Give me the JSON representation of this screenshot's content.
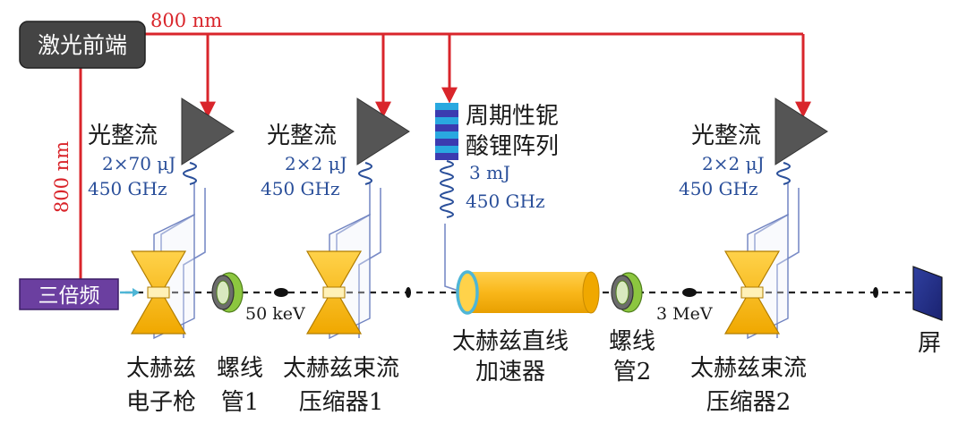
{
  "laser": {
    "front_end": "激光前端",
    "tripler": "三倍频",
    "wavelength_top": "800 nm",
    "wavelength_side": "800 nm"
  },
  "rectifiers": [
    {
      "title": "光整流",
      "energy": "2×70 μJ",
      "freq": "450 GHz"
    },
    {
      "title": "光整流",
      "energy": "2×2 μJ",
      "freq": "450 GHz"
    },
    {
      "title": "光整流",
      "energy": "2×2 μJ",
      "freq": "450 GHz"
    }
  ],
  "ppln": {
    "line1": "周期性铌",
    "line2": "酸锂阵列",
    "energy": "3 mJ",
    "freq": "450 GHz"
  },
  "beam_energies": {
    "after_gun": "50 keV",
    "after_linac": "3 MeV"
  },
  "components": {
    "gun": [
      "太赫兹",
      "电子枪"
    ],
    "solenoid1": [
      "螺线",
      "管1"
    ],
    "compressor1": [
      "太赫兹束流",
      "压缩器1"
    ],
    "linac": [
      "太赫兹直线",
      "加速器"
    ],
    "solenoid2": [
      "螺线",
      "管2"
    ],
    "compressor2": [
      "太赫兹束流",
      "压缩器2"
    ],
    "screen": "屏"
  },
  "colors": {
    "laser_red": "#d9252b",
    "thz_blue": "#2a4f9a",
    "gold": "#f7b800",
    "green": "#8cc63f",
    "purple": "#6b3fa0",
    "dark_gray": "#4a4a4a"
  }
}
